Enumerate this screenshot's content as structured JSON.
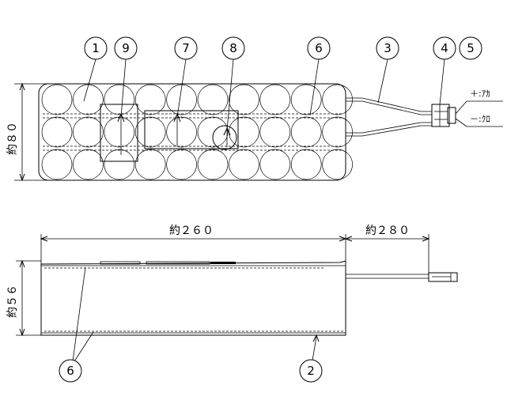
{
  "balloons": {
    "b1": "1",
    "b2": "2",
    "b3": "3",
    "b4": "4",
    "b5": "5",
    "b6_top": "6",
    "b6_bottom": "6",
    "b7": "7",
    "b8": "8",
    "b9": "9"
  },
  "dimensions": {
    "height_top": "約８０",
    "length": "約２６０",
    "lead": "約２８０",
    "thickness": "約５６"
  },
  "leads": {
    "plus": "＋:ｱｶ",
    "minus": "－:ｸﾛ"
  }
}
